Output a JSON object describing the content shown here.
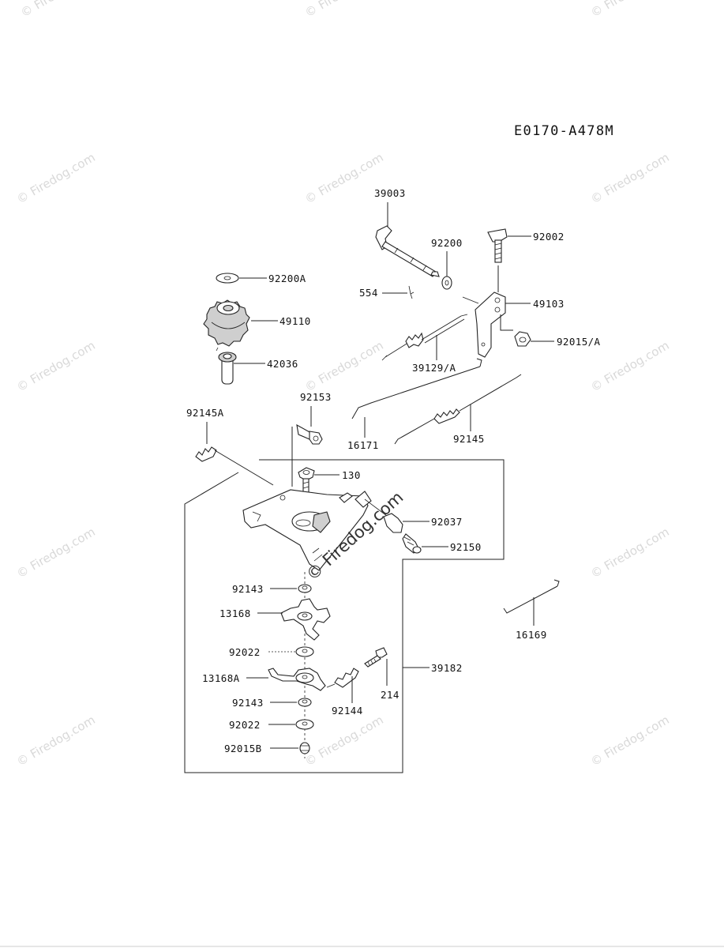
{
  "diagram_code": "E0170-A478M",
  "watermark_text": "© Firedog.com",
  "center_watermark": "© Firedog.com",
  "parts": {
    "p92200A": "92200A",
    "p49110": "49110",
    "p42036": "42036",
    "p39003": "39003",
    "p92200": "92200",
    "p92002": "92002",
    "p554": "554",
    "p49103": "49103",
    "p92015A": "92015/A",
    "p39129A": "39129/A",
    "p92153": "92153",
    "p92145A": "92145A",
    "p16171": "16171",
    "p92145": "92145",
    "p130": "130",
    "p92037": "92037",
    "p92150": "92150",
    "p92143a": "92143",
    "p13168": "13168",
    "p92022a": "92022",
    "p13168A": "13168A",
    "p92143b": "92143",
    "p92022b": "92022",
    "p92015B": "92015B",
    "p92144": "92144",
    "p214": "214",
    "p39182": "39182",
    "p16169": "16169"
  }
}
